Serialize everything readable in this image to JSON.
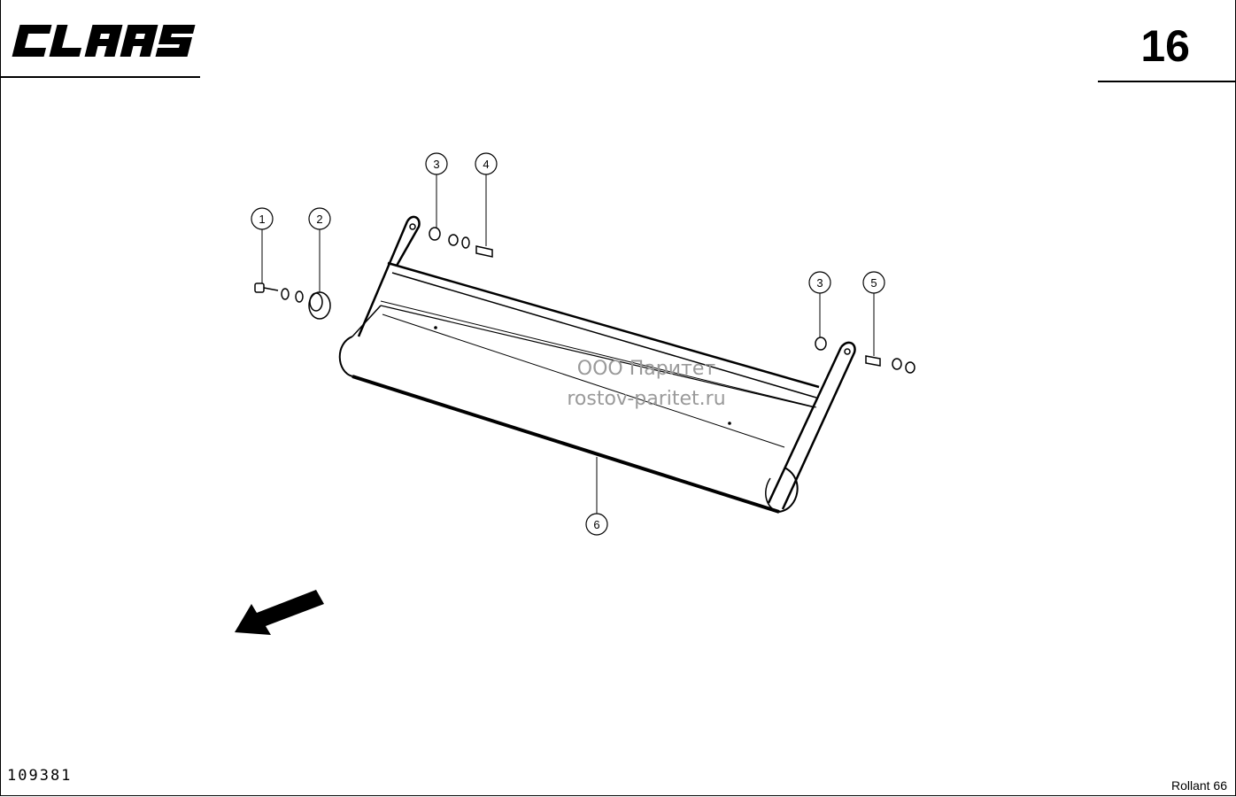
{
  "header": {
    "brand": "CLAAS",
    "page_number": "16"
  },
  "watermark": {
    "company": "ООО Паритет",
    "site": "rostov-paritet.ru"
  },
  "callouts": [
    "1",
    "2",
    "3",
    "4",
    "3",
    "5",
    "6"
  ],
  "footer": {
    "drawing_id": "109381",
    "model": "Rollant 66"
  }
}
